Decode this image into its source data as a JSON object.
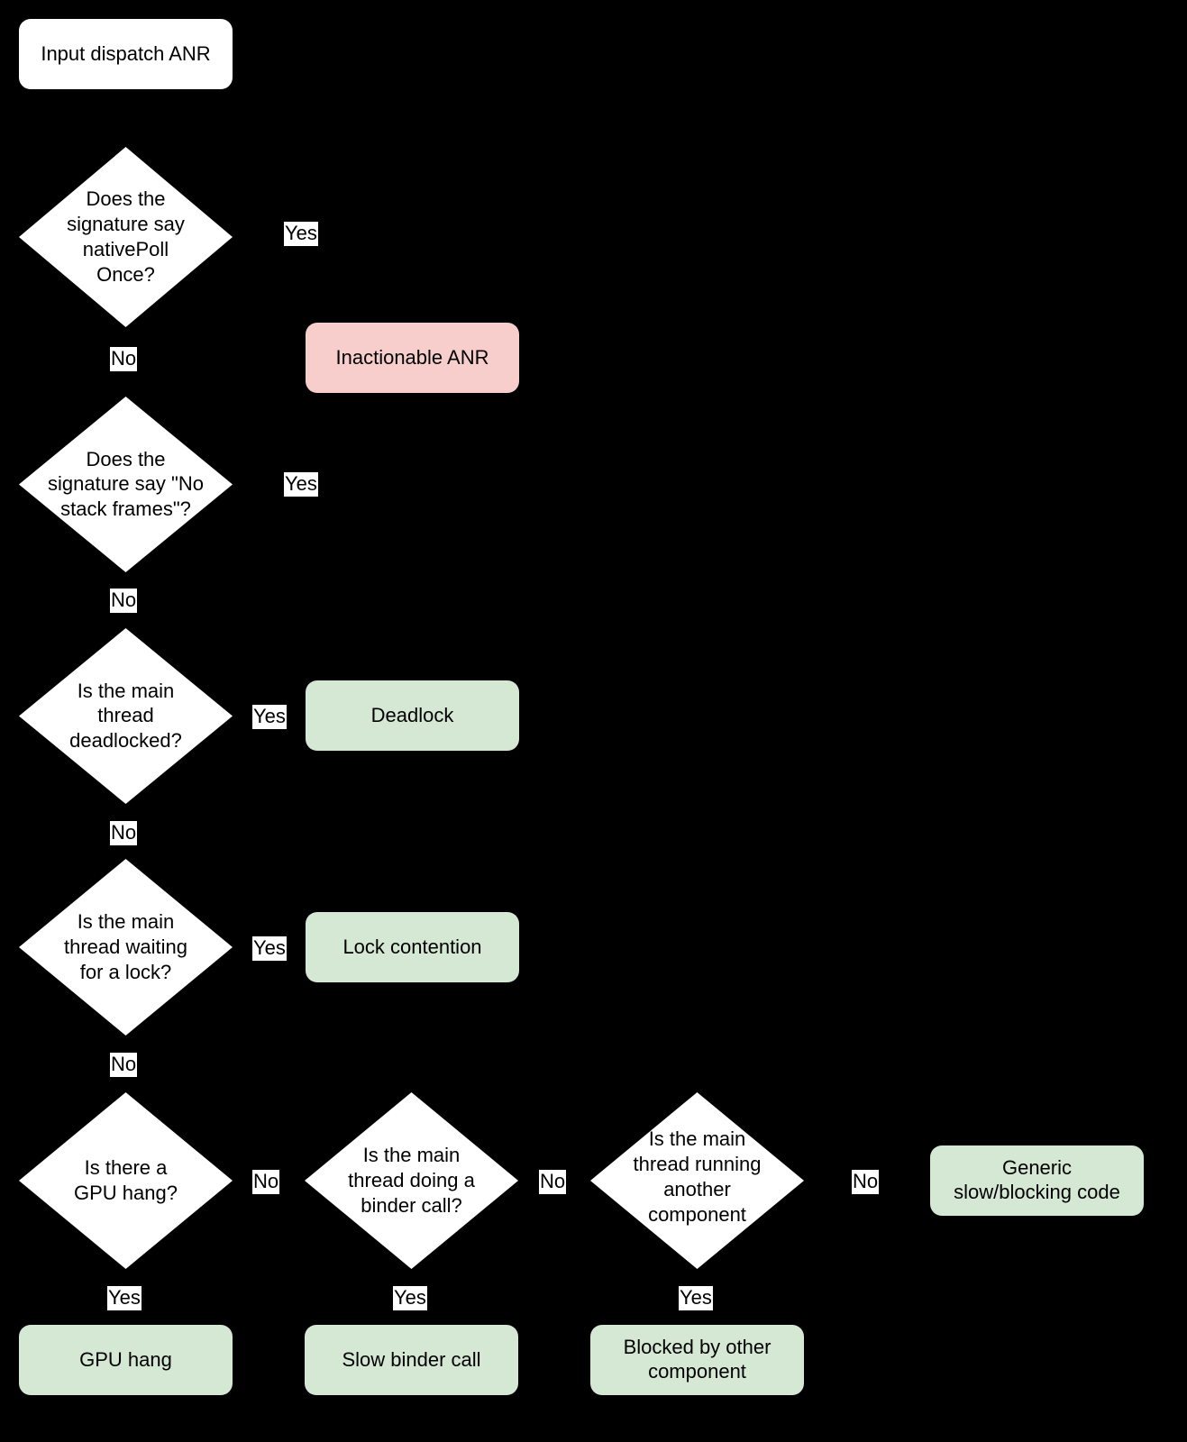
{
  "diagram": {
    "title": "Input dispatch ANR triage flowchart",
    "background_color": "#000000",
    "colors": {
      "start_fill": "#ffffff",
      "decision_fill": "#ffffff",
      "inactionable_fill": "#f8cecc",
      "outcome_fill": "#d5e8d4",
      "text": "#000000",
      "label_fill": "#ffffff"
    }
  },
  "nodes": {
    "start": {
      "label": "Input dispatch ANR"
    },
    "d1": {
      "label": "Does the\nsignature say\nnativePoll\nOnce?"
    },
    "d2": {
      "label": "Does the\nsignature say \"No\nstack frames\"?"
    },
    "d3": {
      "label": "Is the main\nthread\ndeadlocked?"
    },
    "d4": {
      "label": "Is the main\nthread waiting\nfor a lock?"
    },
    "d5": {
      "label": "Is there a\nGPU hang?"
    },
    "d6": {
      "label": "Is the main\nthread doing a\nbinder call?"
    },
    "d7": {
      "label": "Is the main\nthread running\nanother\ncomponent"
    },
    "inactionable": {
      "label": "Inactionable ANR"
    },
    "deadlock": {
      "label": "Deadlock"
    },
    "lock_contention": {
      "label": "Lock contention"
    },
    "gpu_hang": {
      "label": "GPU hang"
    },
    "slow_binder": {
      "label": "Slow binder call"
    },
    "blocked_other": {
      "label": "Blocked by other\ncomponent"
    },
    "generic_slow": {
      "label": "Generic\nslow/blocking code"
    }
  },
  "edge_labels": {
    "d1_yes": "Yes",
    "d1_no": "No",
    "d2_yes": "Yes",
    "d2_no": "No",
    "d3_yes": "Yes",
    "d3_no": "No",
    "d4_yes": "Yes",
    "d4_no": "No",
    "d5_yes": "Yes",
    "d5_no": "No",
    "d6_yes": "Yes",
    "d6_no": "No",
    "d7_yes": "Yes",
    "d7_no": "No"
  }
}
